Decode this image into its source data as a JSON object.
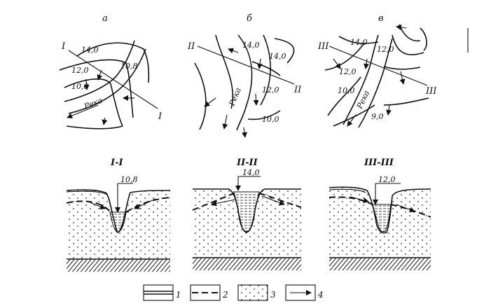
{
  "plans": [
    {
      "label": "а",
      "line_labels": [
        "I",
        "I"
      ],
      "contours": [
        "14,0",
        "12,0",
        "10,0",
        "10,8"
      ],
      "river": "Река"
    },
    {
      "label": "б",
      "line_labels": [
        "II",
        "II"
      ],
      "contours": [
        "14,0",
        "14,0",
        "12,0",
        "10,0"
      ],
      "river": "Река"
    },
    {
      "label": "в",
      "line_labels": [
        "III",
        "III"
      ],
      "contours": [
        "14,0",
        "12,0",
        "12,0",
        "10,0",
        "9,0"
      ],
      "river": "Река"
    }
  ],
  "sections": [
    {
      "title": "I-I",
      "level": "10,8"
    },
    {
      "title": "II-II",
      "level": "14,0"
    },
    {
      "title": "III-III",
      "level": "12,0"
    }
  ],
  "legend": [
    {
      "label": "1",
      "icon": "double-solid-line"
    },
    {
      "label": "2",
      "icon": "dashed-line"
    },
    {
      "label": "3",
      "icon": "dotted-fill"
    },
    {
      "label": "4",
      "icon": "arrow"
    }
  ]
}
